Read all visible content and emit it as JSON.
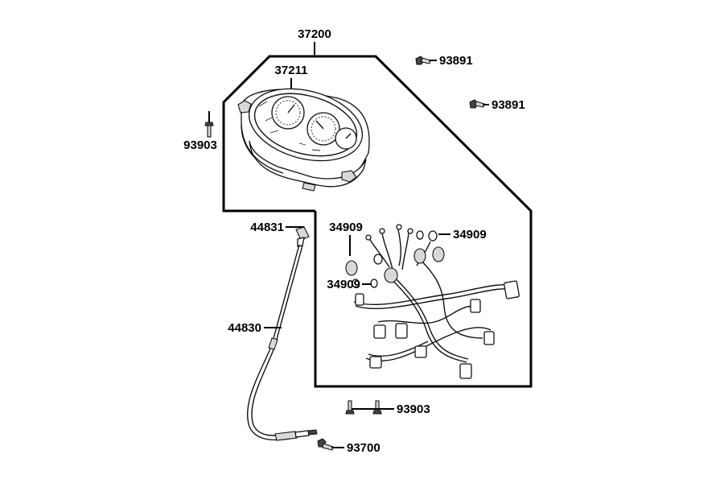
{
  "diagram": {
    "part_numbers": {
      "speedometer_assembly": "37200",
      "speedometer_body": "37211",
      "screw_top_a": "93891",
      "screw_top_b": "93891",
      "screw_left": "93903",
      "cable_upper_end": "44831",
      "speedometer_cable": "44830",
      "bulb_socket_upper_left": "34909",
      "bulb_socket_upper_right": "34909",
      "bulb_socket_lower_left": "34909",
      "screw_bottom": "93903",
      "bolt_bottom": "93700"
    }
  }
}
